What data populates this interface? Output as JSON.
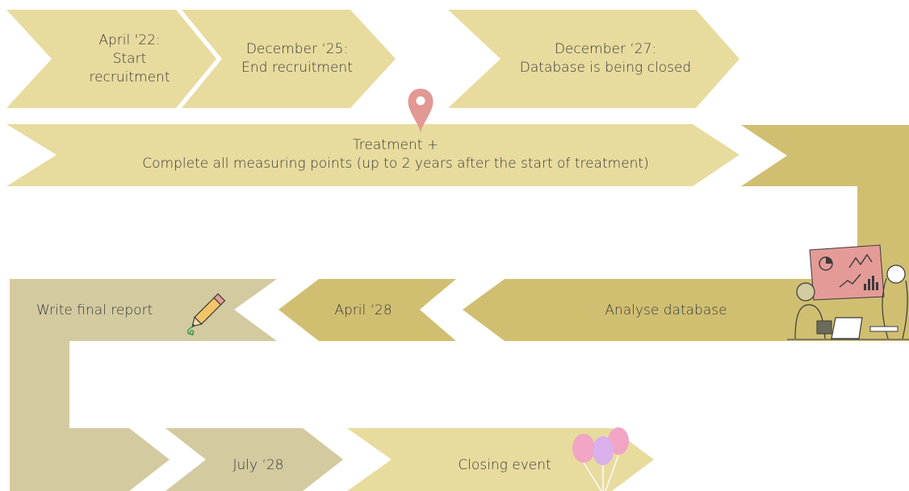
{
  "colors": {
    "light_yellow": "#E8DB9E",
    "olive": "#D0BF71",
    "khaki": "#D3CAA0",
    "pin": "#E29893",
    "pencil": "#F2C46A",
    "board": "#E49B98",
    "balloon_pink": "#F2A5C4",
    "balloon_purple": "#D9B0EA"
  },
  "timeline": {
    "step_april22": "April '22:\nStart\nrecruitment",
    "step_dec25": "December ‘25:\nEnd recruitment",
    "step_dec27": "December ‘27:\nDatabase is being closed",
    "treatment": "Treatment +\nComplete all measuring points (up to 2 years after the start of treatment)",
    "analyse": "Analyse database",
    "april28": "April ‘28",
    "final_report": "Write final report",
    "july28": "July ‘28",
    "closing": "Closing event"
  },
  "icons": {
    "pin": "location-pin-icon",
    "pencil": "pencil-icon",
    "analysts": "data-analysis-illustration",
    "balloons": "balloons-icon"
  }
}
